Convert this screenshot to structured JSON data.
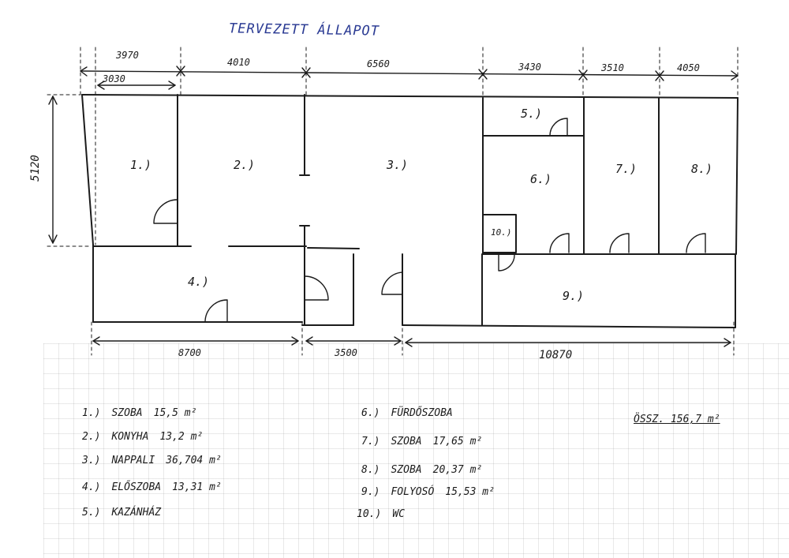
{
  "title": "TERVEZETT ÁLLAPOT",
  "dimensions": {
    "top": [
      "3970",
      "4010",
      "6560",
      "3430",
      "3510",
      "4050"
    ],
    "top_inner": "3030",
    "left": "5120",
    "bottom": [
      "8700",
      "3500",
      "10870"
    ]
  },
  "rooms": [
    "1.)",
    "2.)",
    "3.)",
    "4.)",
    "5.)",
    "6.)",
    "7.)",
    "8.)",
    "9.)",
    "10.)"
  ],
  "legend": [
    {
      "num": "1.)",
      "name": "SZOBA",
      "area": "15,5 m²"
    },
    {
      "num": "2.)",
      "name": "KONYHA",
      "area": "13,2 m²"
    },
    {
      "num": "3.)",
      "name": "NAPPALI",
      "area": "36,704 m²"
    },
    {
      "num": "4.)",
      "name": "ELŐSZOBA",
      "area": "13,31 m²"
    },
    {
      "num": "5.)",
      "name": "KAZÁNHÁZ",
      "area": ""
    },
    {
      "num": "6.)",
      "name": "FÜRDŐSZOBA",
      "area": ""
    },
    {
      "num": "7.)",
      "name": "SZOBA",
      "area": "17,65 m²"
    },
    {
      "num": "8.)",
      "name": "SZOBA",
      "area": "20,37 m²"
    },
    {
      "num": "9.)",
      "name": "FOLYOSÓ",
      "area": "15,53 m²"
    },
    {
      "num": "10.)",
      "name": "WC",
      "area": ""
    }
  ],
  "total": "ÖSSZ. 156,7 m²"
}
